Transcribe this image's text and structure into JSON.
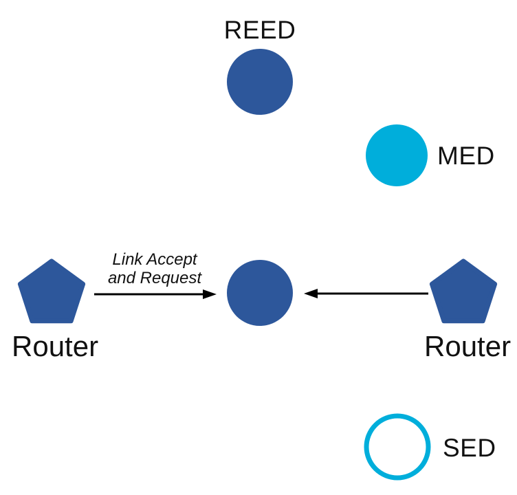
{
  "diagram": {
    "title": "mesh-network-device-roles",
    "nodes": {
      "reed": {
        "label": "REED",
        "shape": "circle-filled"
      },
      "med": {
        "label": "MED",
        "shape": "circle-filled"
      },
      "sed": {
        "label": "SED",
        "shape": "circle-outline"
      },
      "router_left": {
        "label": "Router",
        "shape": "pentagon"
      },
      "router_right": {
        "label": "Router",
        "shape": "pentagon"
      },
      "center": {
        "label": "",
        "shape": "circle-filled"
      }
    },
    "edges": {
      "left_arrow": {
        "from": "router_left",
        "to": "center",
        "label_line1": "Link Accept",
        "label_line2": "and Request"
      },
      "right_arrow": {
        "from": "router_right",
        "to": "center",
        "label_line1": "",
        "label_line2": ""
      }
    }
  },
  "colors": {
    "node_blue": "#2D579B",
    "device_cyan": "#00AEDB",
    "arrow_black": "#000000",
    "background": "#FFFFFF"
  }
}
